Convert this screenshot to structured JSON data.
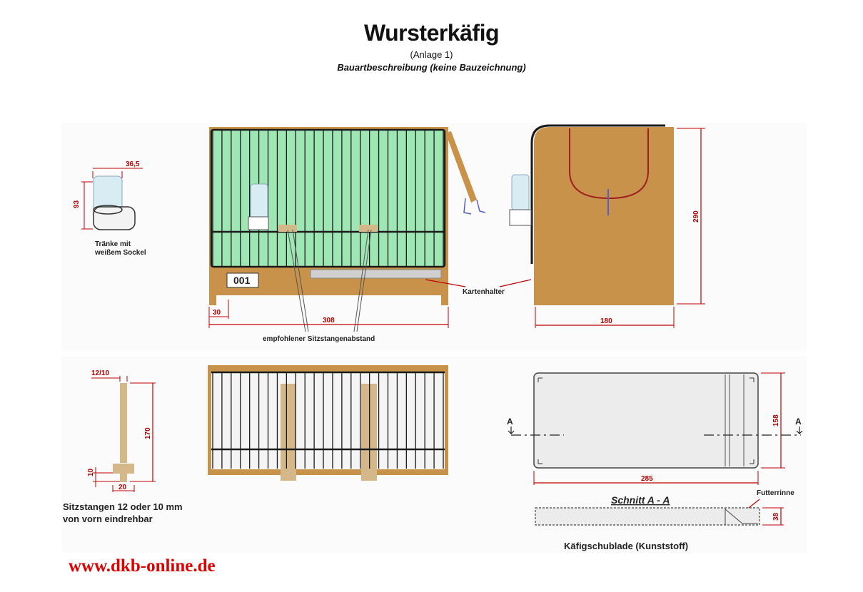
{
  "header": {
    "title": "Wursterkäfig",
    "subtitle": "(Anlage 1)",
    "description": "Bauartbeschreibung (keine Bauzeichnung)"
  },
  "front_view": {
    "cage_number": "001",
    "width_dim": "308",
    "foot_dim": "30",
    "perch_note": "empfohlener Sitzstangenabstand",
    "card_holder_label": "Kartenhalter"
  },
  "side_view": {
    "height_dim": "290",
    "depth_dim": "180"
  },
  "water_feeder": {
    "width_dim": "36,5",
    "height_dim": "93",
    "caption_line1": "Tränke mit",
    "caption_line2": "weißem Sockel"
  },
  "perch": {
    "top_dim": "12/10",
    "height_dim": "170",
    "base_height_dim": "10",
    "base_width_dim": "20",
    "caption_line1": "Sitzstangen 12 oder 10 mm",
    "caption_line2": "von vorn eindrehbar"
  },
  "drawer": {
    "width_dim": "285",
    "height_dim": "158",
    "section_marker_left": "A",
    "section_marker_right": "A",
    "section_title": "Schnitt A - A",
    "feed_trough_label": "Futterrinne",
    "section_height_dim": "38",
    "caption": "Käfigschublade (Kunststoff)"
  },
  "footer": {
    "url": "www.dkb-online.de"
  },
  "colors": {
    "wood": "#c8924a",
    "bars_fill": "#9ee6b4",
    "dimension": "#c00000",
    "perch_wood": "#d4b88a",
    "url": "#e00000"
  }
}
